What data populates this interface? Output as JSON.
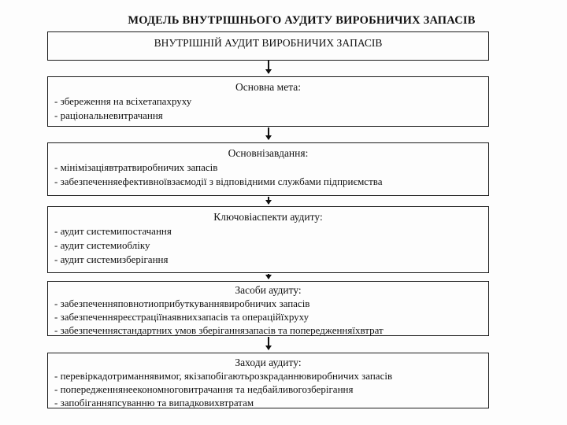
{
  "page_title": "МОДЕЛЬ ВНУТРІШНЬОГО АУДИТУ ВИРОБНИЧИХ ЗАПАСІВ",
  "diagram": {
    "root_box_label": "ВНУТРІШНІЙ АУДИТ ВИРОБНИЧИХ ЗАПАСІВ",
    "boxes": [
      {
        "header": "Основна мета:",
        "items": [
          "- збереження на всіхетапахруху",
          "- раціональневитрачання"
        ]
      },
      {
        "header": "Основнізавдання:",
        "items": [
          "- мінімізаціявтратвиробничих запасів",
          "- забезпеченняефективноївзаємодії з відповідними службами підприємства"
        ]
      },
      {
        "header": "Ключовіаспекти аудиту:",
        "items": [
          "- аудит системипостачання",
          "- аудит системиобліку",
          "- аудит системизберігання"
        ]
      },
      {
        "header": "Засоби аудиту:",
        "items": [
          "- забезпеченняповнотиоприбуткуваннявиробничих запасів",
          "- забезпеченняреєстраціїнаявнихзапасів та операційїхруху",
          "- забезпеченнястандартних умов зберіганнязапасів та попередженняїхвтрат"
        ]
      },
      {
        "header": "Заходи аудиту:",
        "items": [
          "- перевіркадотриманнявимог, якізапобігаютьрозкраданнювиробничих запасів",
          "- попередженнянеекономноговитрачання та недбайливогозберігання",
          "- запобіганняпсуванню та випадковихвтратам"
        ]
      }
    ]
  },
  "colors": {
    "ink": "#111111",
    "border": "#1b1b1b",
    "background": "#fdfdfd"
  }
}
